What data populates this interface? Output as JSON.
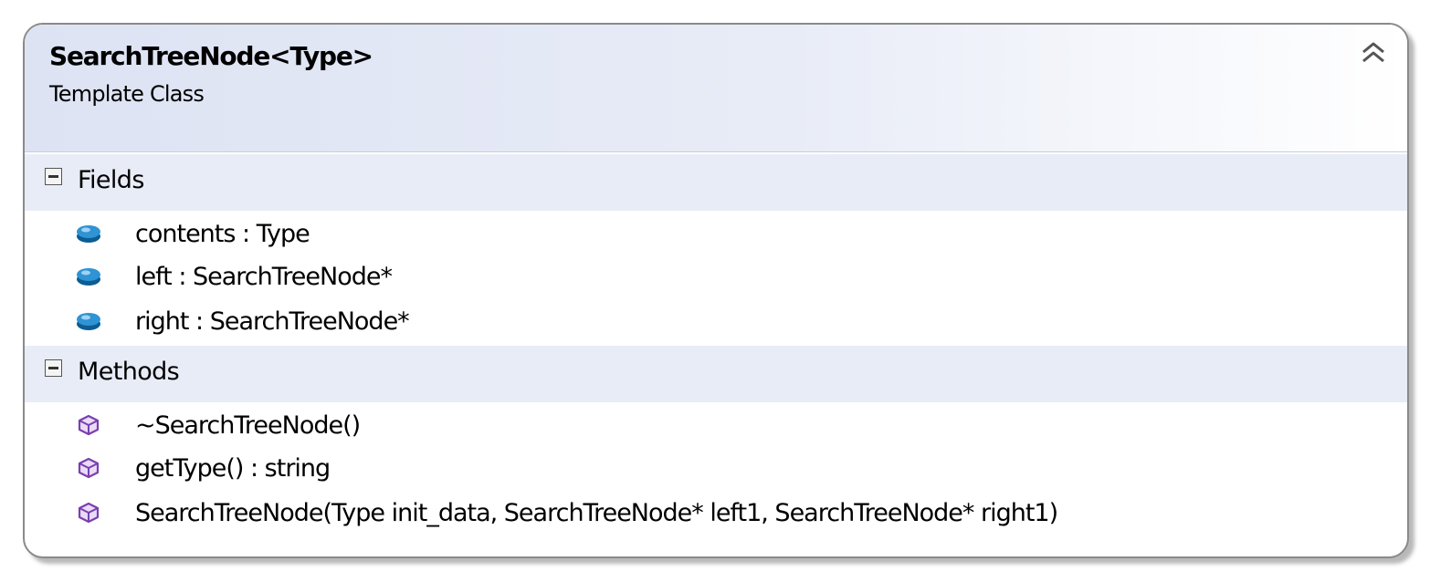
{
  "class": {
    "name": "SearchTreeNode<Type>",
    "kind": "Template Class"
  },
  "colors": {
    "border": "#8a8a8a",
    "header_start": "#dde3f3",
    "section_band": "#e8ecf6",
    "field_icon": "#1f7fc0",
    "method_icon": "#7a3fb0"
  },
  "sections": [
    {
      "title": "Fields",
      "toggle_icon": "collapse-minus-icon",
      "items": [
        {
          "text": "contents : Type",
          "icon": "field-icon"
        },
        {
          "text": "left : SearchTreeNode*",
          "icon": "field-icon"
        },
        {
          "text": "right : SearchTreeNode*",
          "icon": "field-icon"
        }
      ]
    },
    {
      "title": "Methods",
      "toggle_icon": "collapse-minus-icon",
      "items": [
        {
          "text": "~SearchTreeNode()",
          "icon": "method-icon"
        },
        {
          "text": "getType() : string",
          "icon": "method-icon"
        },
        {
          "text": "SearchTreeNode(Type init_data, SearchTreeNode* left1, SearchTreeNode* right1)",
          "icon": "method-icon"
        }
      ]
    }
  ]
}
